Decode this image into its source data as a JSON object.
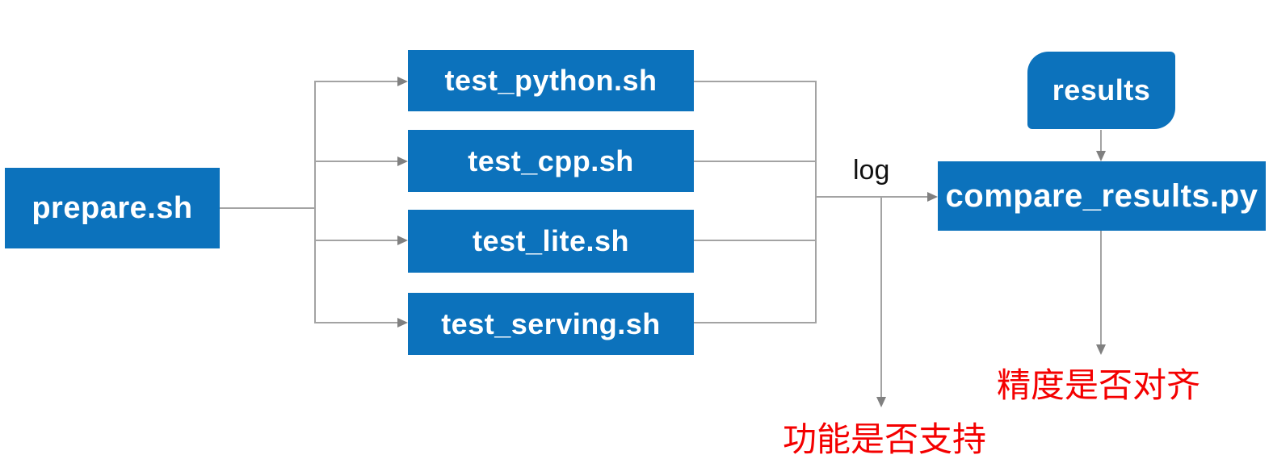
{
  "diagram": {
    "nodes": {
      "prepare": "prepare.sh",
      "test_python": "test_python.sh",
      "test_cpp": "test_cpp.sh",
      "test_lite": "test_lite.sh",
      "test_serving": "test_serving.sh",
      "results": "results",
      "compare": "compare_results.py"
    },
    "labels": {
      "log": "log",
      "function_support": "功能是否支持",
      "accuracy_align": "精度是否对齐"
    },
    "colors": {
      "node_fill": "#0C72BC",
      "node_text": "#FFFFFF",
      "line": "#A3A3A3",
      "arrow": "#808080",
      "log_text": "#111111",
      "warn_text": "#F40000"
    }
  }
}
